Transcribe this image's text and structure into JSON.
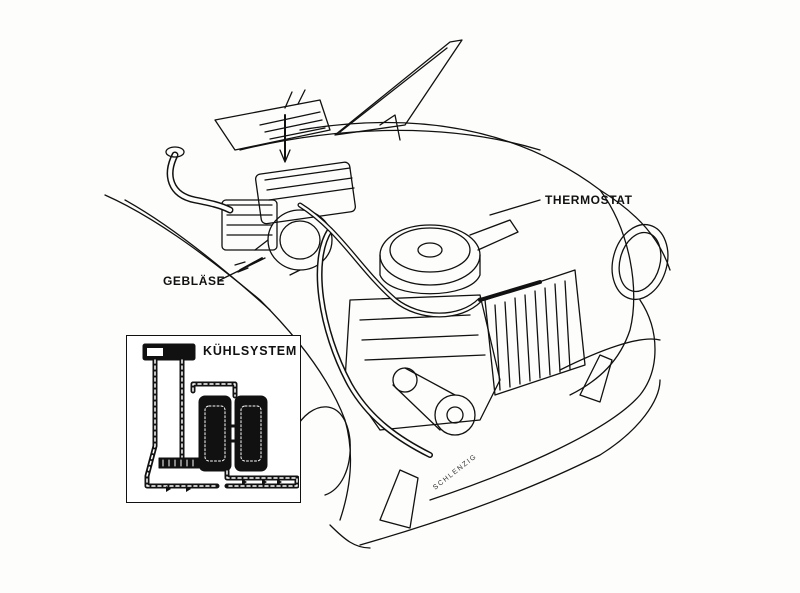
{
  "labels": {
    "thermostat": "THERMOSTAT",
    "blower": "GEBLÄSE",
    "cooling_system": "KÜHLSYSTEM"
  },
  "signature": "SCHLENZIG",
  "colors": {
    "ink": "#111111",
    "paper": "#fdfdfb"
  }
}
